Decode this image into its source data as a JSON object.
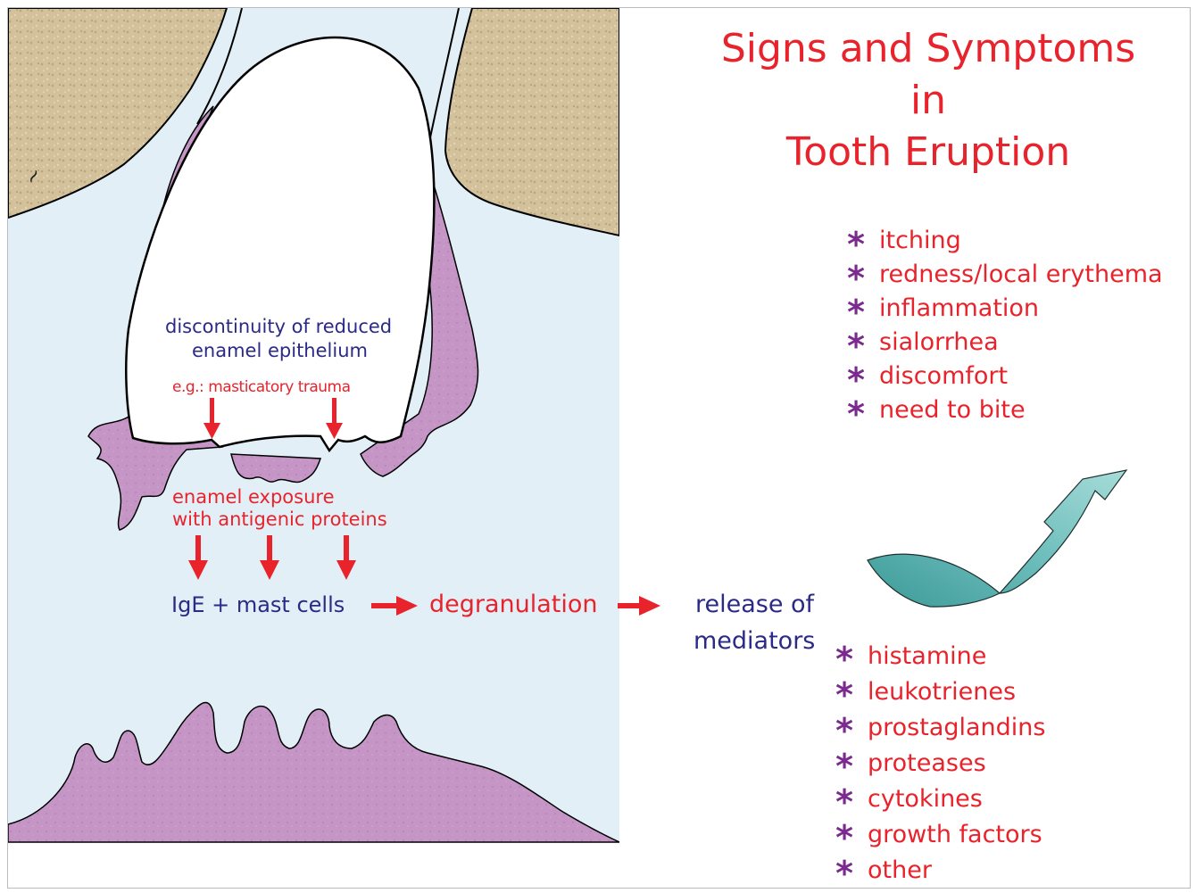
{
  "title": {
    "line1": "Signs and Symptoms",
    "line2": "in",
    "line3": "Tooth Eruption"
  },
  "symptoms": [
    "itching",
    "redness/local erythema",
    "inflammation",
    "sialorrhea",
    "discomfort",
    "need to bite"
  ],
  "mediators": [
    "histamine",
    "leukotrienes",
    "prostaglandins",
    "proteases",
    "cytokines",
    "growth factors",
    "other"
  ],
  "labels": {
    "discontinuity_line1": "discontinuity of reduced",
    "discontinuity_line2": "enamel epithelium",
    "trauma": "e.g.: masticatory trauma",
    "exposure_line1": "enamel exposure",
    "exposure_line2": "with antigenic proteins",
    "ige": "IgE + mast cells",
    "degranulation": "degranulation",
    "release_line1": "release of",
    "release_line2": "mediators"
  },
  "colors": {
    "red_text": "#e8232c",
    "blue_text": "#2b2a86",
    "star": "#7b2a8e",
    "bone": "#d3c19c",
    "gum_pink": "#c595c5",
    "soft_tissue": "#e2eff6",
    "curved_arrow": "#5fb5b3"
  },
  "icons": {
    "bullet": "asterisk-icon",
    "flow": "right-arrow-icon",
    "curved": "curved-arrow-icon"
  }
}
